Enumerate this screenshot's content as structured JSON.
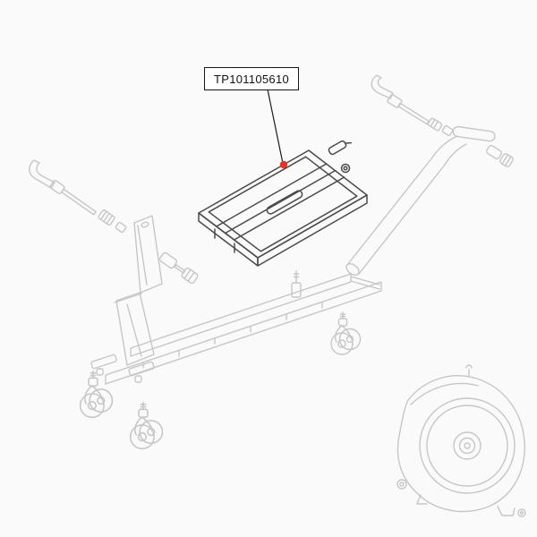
{
  "page": {
    "background_color": "#fafafa"
  },
  "callout": {
    "part_number": "TP101105610",
    "dot_color": "#e5332a",
    "box_border_color": "#161616",
    "leader_line_color": "#1a1a1a",
    "text_color": "#111111"
  },
  "diagram": {
    "highlight_stroke_color": "#4a4a4a",
    "component_stroke_color": "#c6c6c6",
    "components": [
      "highlighted-mounting-plate",
      "left-quick-release-skewer",
      "right-quick-release-skewer",
      "support-handle-tube",
      "base-rail-frame",
      "front-caster",
      "rear-left-caster",
      "rear-right-caster",
      "caster-stem",
      "resistance-flywheel-unit"
    ]
  }
}
